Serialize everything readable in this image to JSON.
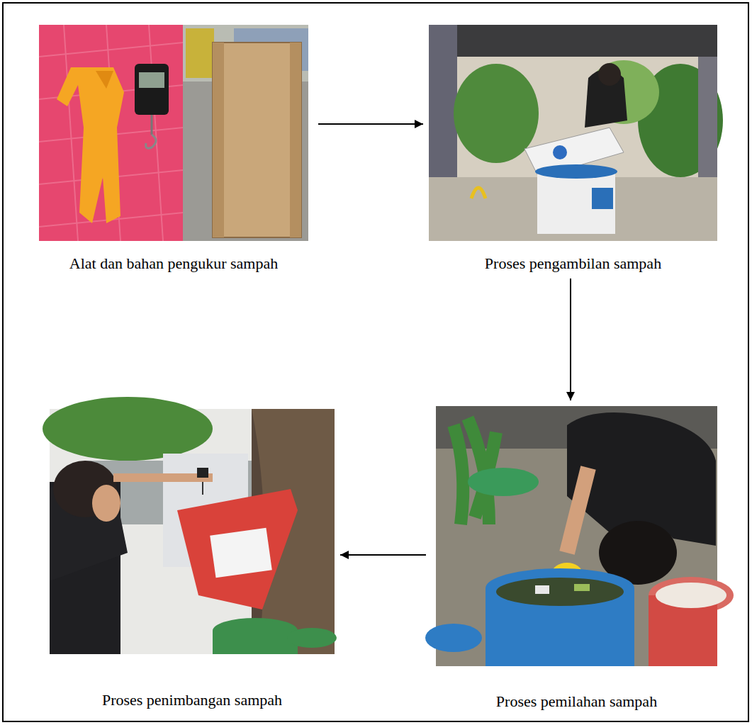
{
  "diagram": {
    "nodes": [
      {
        "text": [
          "Alat dan bahan pengukur sampah"
        ]
      },
      {
        "text": [
          "Proses pengambilan sampah"
        ]
      },
      {
        "text": [
          "Proses penimbangan sampah"
        ]
      },
      {
        "text": [
          "Proses pemilahan sampah"
        ]
      }
    ],
    "edges": [
      {
        "from": 0,
        "to": 1,
        "arrow": "to"
      },
      {
        "from": 1,
        "to": 3,
        "arrow": "to"
      },
      {
        "from": 3,
        "to": 2,
        "arrow": "to"
      }
    ]
  }
}
